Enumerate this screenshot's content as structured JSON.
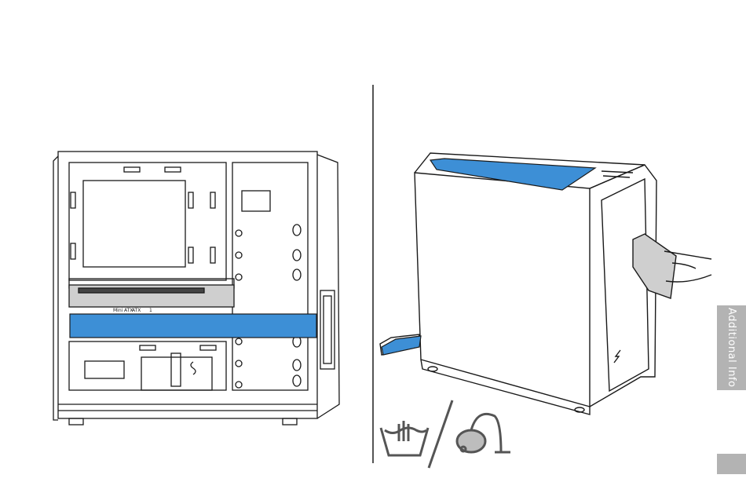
{
  "colors": {
    "highlight": "#3d8fd6",
    "line": "#1a1a1a",
    "divider": "#555555",
    "tab_bg": "#b3b3b3",
    "tab_text": "#ffffff"
  },
  "side_tab": {
    "label": "Additional Info"
  },
  "left_figure": {
    "icon": "case-interior-highlight-icon",
    "labels": [
      "Mini",
      "ATX",
      "ATX",
      "1"
    ]
  },
  "right_figure": {
    "icon": "case-exterior-filter-icon"
  },
  "care_icons": [
    "hand-wash-icon",
    "vacuum-cleaner-icon"
  ]
}
